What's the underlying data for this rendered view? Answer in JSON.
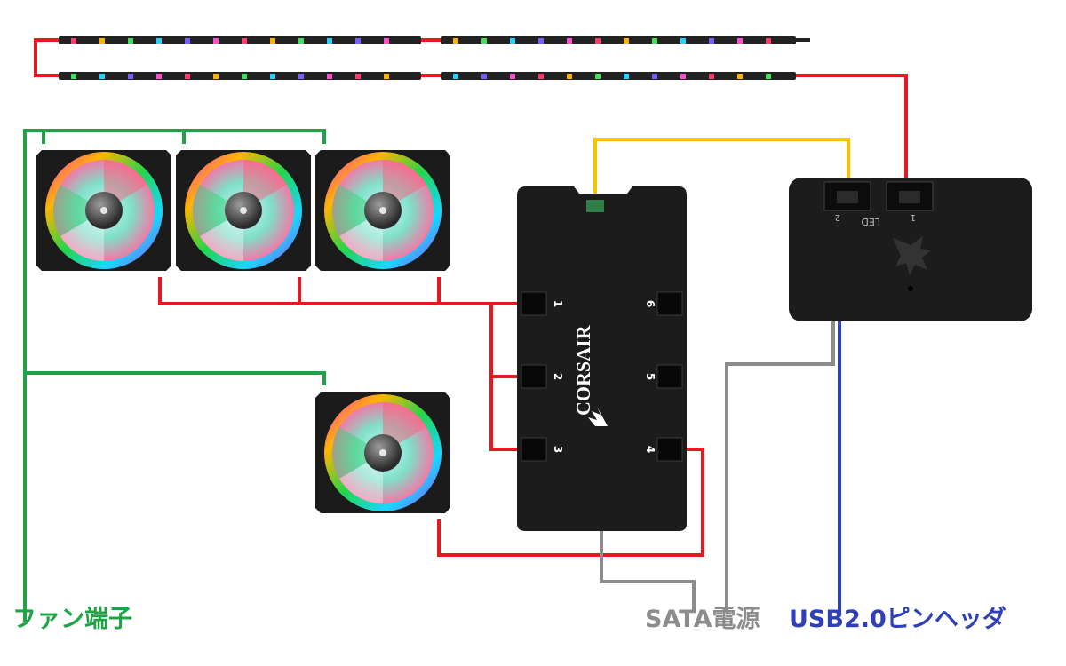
{
  "labels": {
    "fan_terminal": "ファン端子",
    "sata_power": "SATA電源",
    "usb_header": "USB2.0ピンヘッダ"
  },
  "fan_hub": {
    "brand": "CORSAIR",
    "ports": [
      "1",
      "2",
      "3",
      "4",
      "5",
      "6"
    ]
  },
  "lighting_node": {
    "port_1": "1",
    "port_2": "2",
    "port_label": "LED"
  },
  "colors": {
    "rgb_wire": "#e21b23",
    "fan_wire": "#1ea446",
    "sata_wire": "#8c8c8c",
    "usb_wire": "#2f3fb8",
    "node_power_wire": "#f4c400",
    "device_body": "#1c1c1c"
  }
}
